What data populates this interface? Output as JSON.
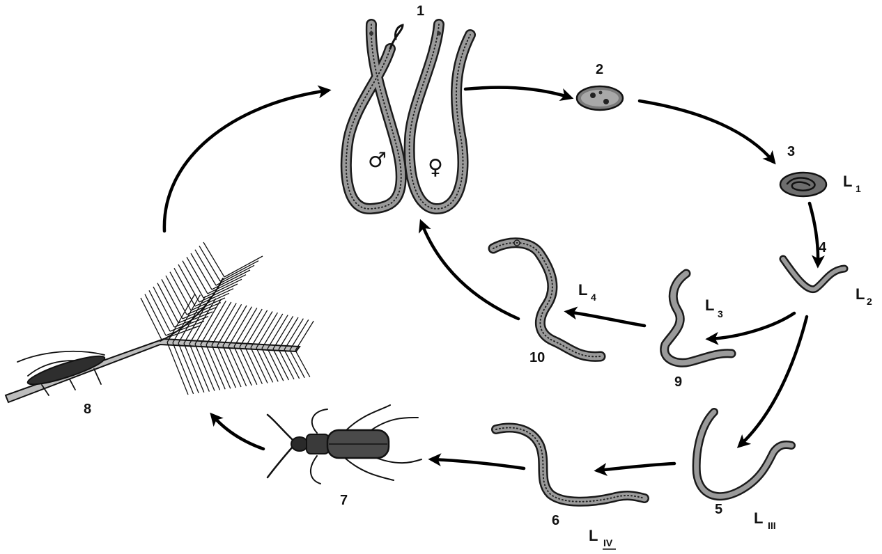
{
  "stages": [
    {
      "id": "adults",
      "number": "1",
      "male_symbol": "♂",
      "female_symbol": "♀"
    },
    {
      "id": "egg",
      "number": "2"
    },
    {
      "id": "egg-with-larva",
      "number": "3",
      "label": "L",
      "sub": "1"
    },
    {
      "id": "larva-2",
      "number": "4",
      "label": "L",
      "sub": "2"
    },
    {
      "id": "larva-3-dispersal",
      "number": "5",
      "label": "L",
      "sub": "III"
    },
    {
      "id": "larva-4-dispersal",
      "number": "6",
      "label": "L",
      "sub": "IV",
      "sub_underlined": true
    },
    {
      "id": "beetle-vector",
      "number": "7"
    },
    {
      "id": "pine-twig",
      "number": "8"
    },
    {
      "id": "larva-3-propagative",
      "number": "9",
      "label": "L",
      "sub": "3"
    },
    {
      "id": "larva-4-propagative",
      "number": "10",
      "label": "L",
      "sub": "4"
    }
  ],
  "colors": {
    "ink": "#111111",
    "background": "#ffffff"
  }
}
